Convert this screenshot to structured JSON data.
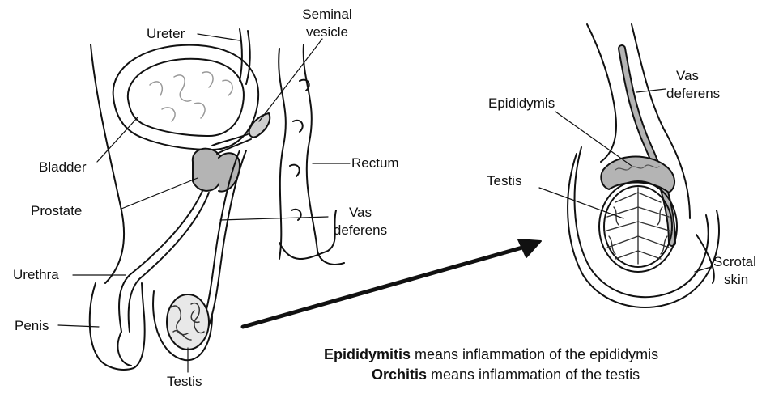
{
  "left_labels": {
    "ureter": "Ureter",
    "seminal_vesicle_1": "Seminal",
    "seminal_vesicle_2": "vesicle",
    "bladder": "Bladder",
    "rectum": "Rectum",
    "prostate": "Prostate",
    "vas_deferens_1": "Vas",
    "vas_deferens_2": "deferens",
    "urethra": "Urethra",
    "penis": "Penis",
    "testis": "Testis"
  },
  "right_labels": {
    "vas_deferens_1": "Vas",
    "vas_deferens_2": "deferens",
    "epididymis": "Epididymis",
    "testis": "Testis",
    "scrotal_skin_1": "Scrotal",
    "scrotal_skin_2": "skin"
  },
  "caption": {
    "line1_term": "Epididymitis",
    "line1_rest": " means inflammation of the epididymis",
    "line2_term": "Orchitis",
    "line2_rest": " means inflammation of the testis"
  },
  "colors": {
    "line": "#111111",
    "organ_fill": "#b4b4b4",
    "background": "#ffffff"
  }
}
